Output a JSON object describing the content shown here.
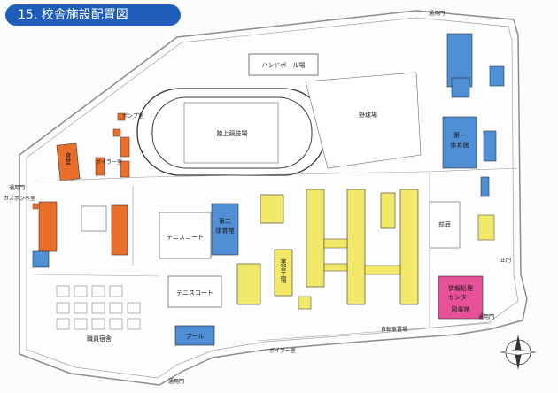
{
  "title": "15. 校舎施設配置図",
  "labels": {
    "handball": "ハンドボール場",
    "track": "陸上競技場",
    "baseball": "野球場",
    "tennis1": "テニスコート",
    "tennis2": "テニスコート",
    "gym2_a": "第二",
    "gym2_b": "体育館",
    "gym1_a": "第一",
    "gym1_b": "体育館",
    "dining": "食堂",
    "front_garden": "前庭",
    "pool": "プール",
    "library_a": "情報処理",
    "library_b": "センター",
    "library_c": "図書館",
    "jisshu": "実習工場",
    "gate_tr": "通用門",
    "gate_l": "通用門",
    "gate_bot": "通用門",
    "gate_br": "通用門",
    "gate_main": "正門",
    "boiler1": "ボイラー室",
    "boiler2": "ボイラー室",
    "pump": "ポンプ室",
    "gas": "ガスボンベ室",
    "bike": "自転車置場",
    "staff_housing": "職員宿舎"
  }
}
